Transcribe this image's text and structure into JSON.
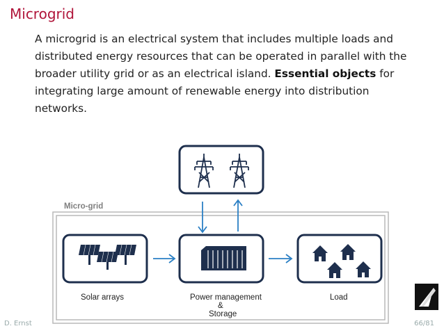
{
  "slide": {
    "title": "Microgrid",
    "paragraph_plain": "A microgrid is an electrical system that includes multiple loads and distributed energy resources that can be operated in parallel with the broader utility grid or as an electrical island.",
    "paragraph_bold": "Essential objects",
    "paragraph_tail": "for integrating large amount of renewable energy into distribution networks."
  },
  "diagram": {
    "group_label": "Micro-grid",
    "solar_label": "Solar arrays",
    "power_label_line1": "Power management",
    "power_label_line2": "&",
    "power_label_line3": "Storage",
    "load_label": "Load",
    "accent_color": "#2a7fc4",
    "box_color": "#1e2f4d"
  },
  "footer": {
    "author": "D. Ernst",
    "page": "66/81"
  }
}
